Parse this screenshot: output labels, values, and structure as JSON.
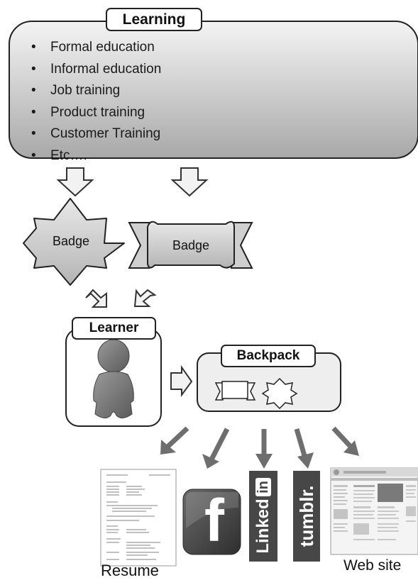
{
  "learning": {
    "title": "Learning",
    "items": [
      "Formal education",
      "Informal education",
      "Job training",
      "Product training",
      "Customer Training",
      "Etc…."
    ]
  },
  "badges": {
    "star_badge": "Badge",
    "ribbon_badge": "Badge"
  },
  "learner": {
    "title": "Learner"
  },
  "backpack": {
    "title": "Backpack"
  },
  "destinations": {
    "resume": "Resume",
    "facebook_letter": "f",
    "linkedin": "Linked",
    "linkedin_in": "in",
    "tumblr": "tumblr.",
    "website": "Web site"
  },
  "colors": {
    "box_gray": "#c6c6c6",
    "arrow_gray": "#707070",
    "outline": "#222222"
  }
}
